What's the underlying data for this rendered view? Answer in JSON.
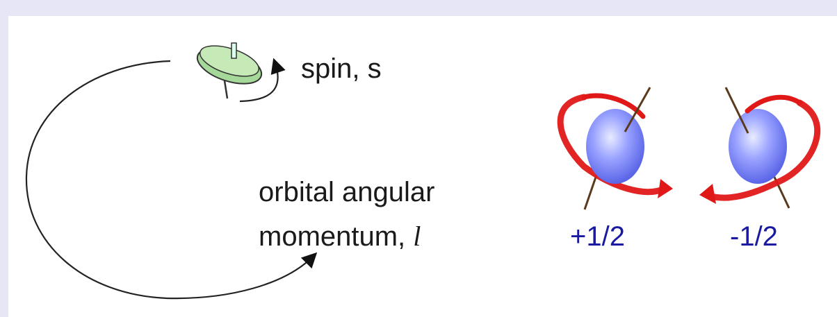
{
  "labels": {
    "spin": "spin, s",
    "orbital_line1": "orbital angular",
    "orbital_line2": "momentum, ",
    "orbital_symbol": "l"
  },
  "electrons": [
    {
      "value": "+1/2"
    },
    {
      "value": "-1/2"
    }
  ],
  "colors": {
    "background": "#e6e6f6",
    "panel": "#ffffff",
    "text": "#1a1a1a",
    "value_text": "#1a1aa0",
    "arrow_red": "#e01818",
    "sphere": "#6f78f0",
    "top_green": "#a6d89a"
  },
  "icons": [
    "spinning-top-icon",
    "orbit-arrow-icon",
    "spin-arrow-icon",
    "electron-sphere-icon"
  ]
}
